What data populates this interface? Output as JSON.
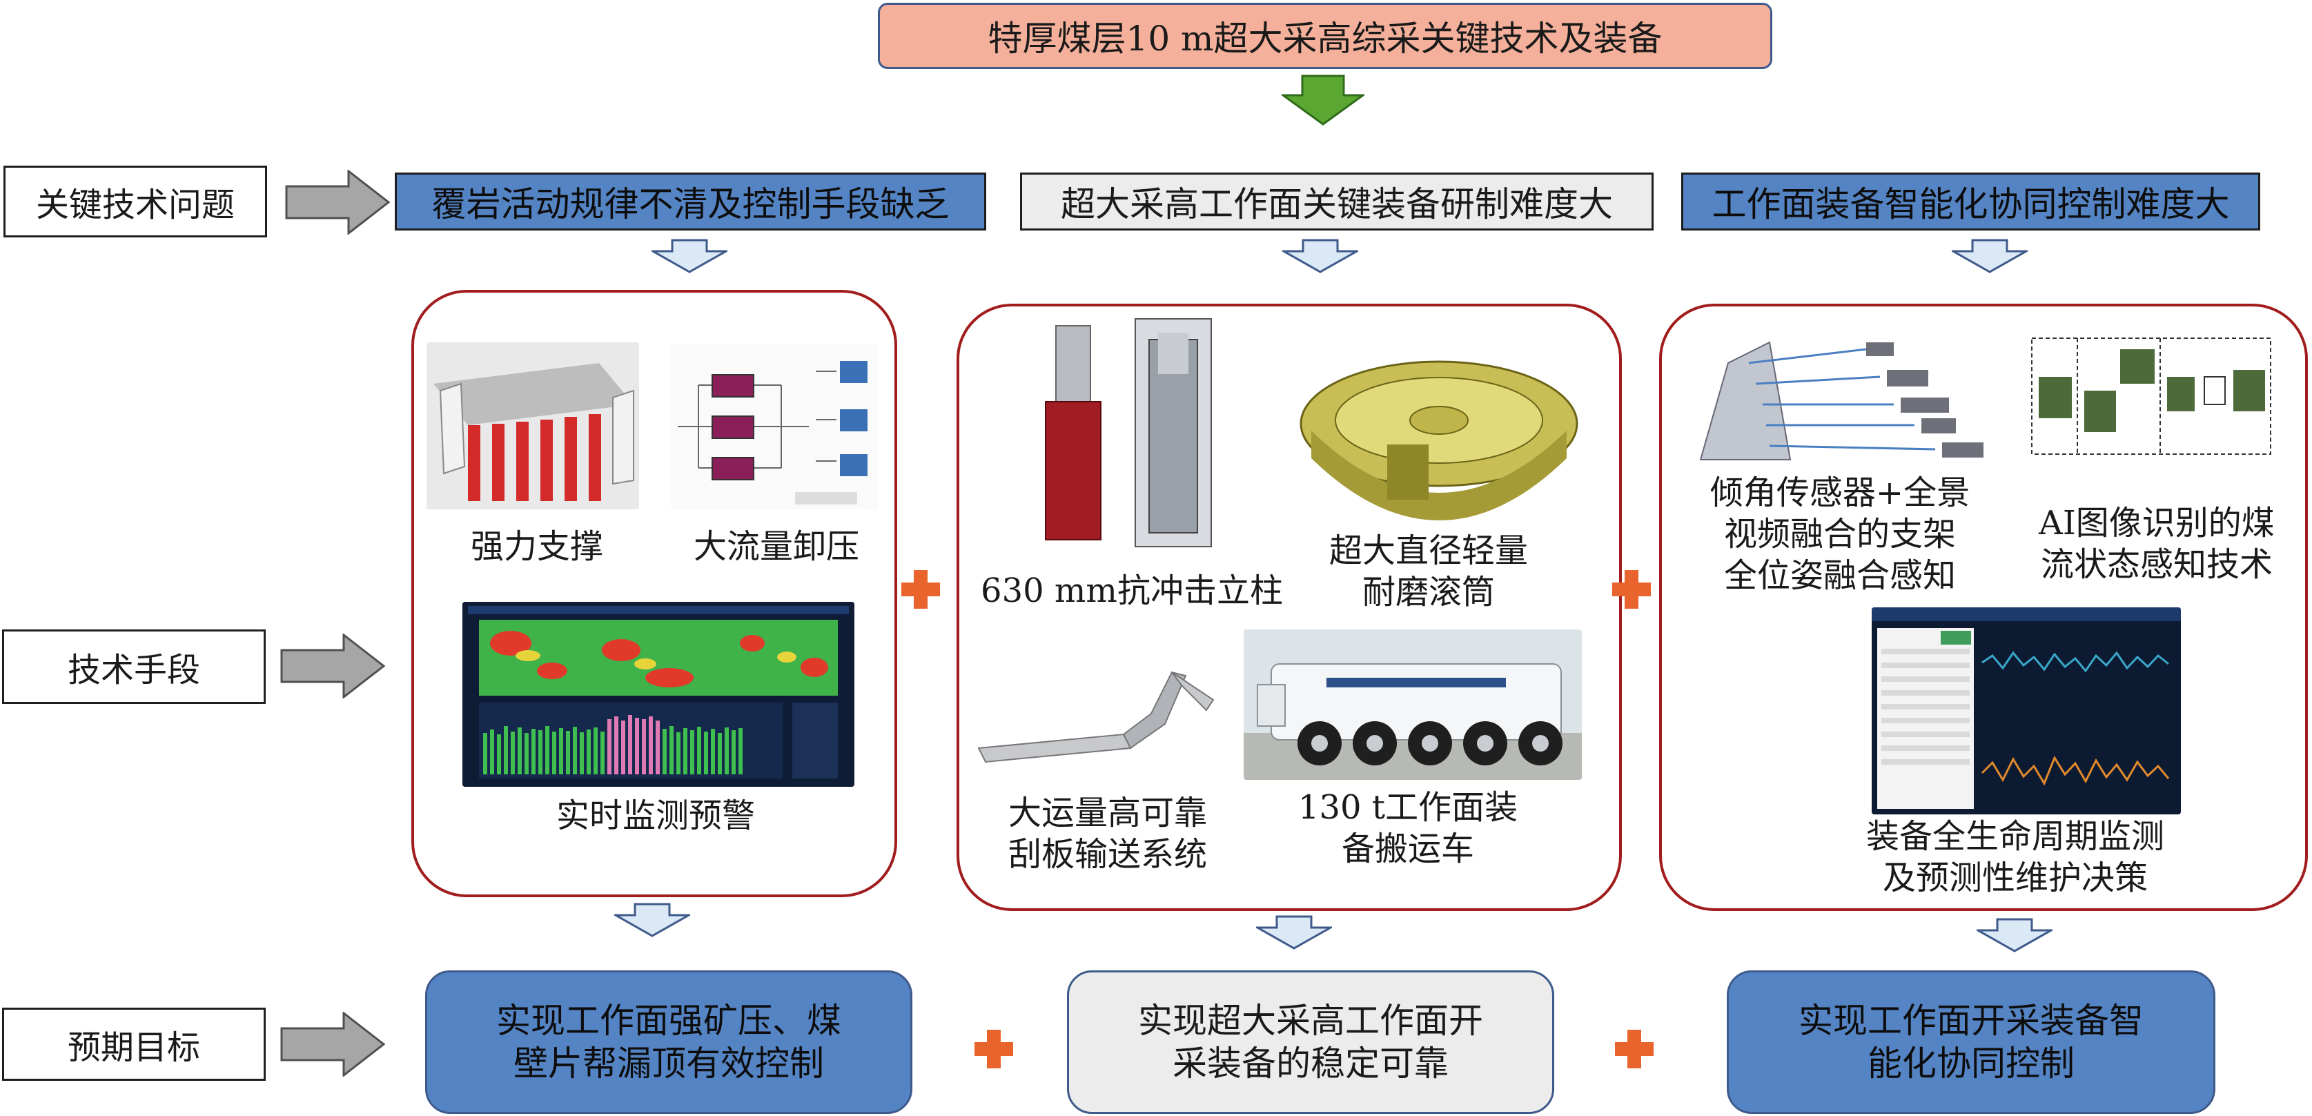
{
  "title": "特厚煤层10 m超大采高综采关键技术及装备",
  "row_labels": {
    "problems": "关键技术问题",
    "methods": "技术手段",
    "goals": "预期目标"
  },
  "problems": [
    "覆岩活动规律不清及控制手段缺乏",
    "超大采高工作面关键装备研制难度大",
    "工作面装备智能化协同控制难度大"
  ],
  "left_panel": {
    "cap_support": "强力支撑",
    "cap_unload": "大流量卸压",
    "cap_monitor": "实时监测预警"
  },
  "middle_panel": {
    "cap_column": "630 mm抗冲击立柱",
    "cap_drum": [
      "超大直径轻量",
      "耐磨滚筒"
    ],
    "cap_conveyor": [
      "大运量高可靠",
      "刮板输送系统"
    ],
    "cap_vehicle": [
      "130 t工作面装",
      "备搬运车"
    ]
  },
  "right_panel": {
    "cap_sensor": [
      "倾角传感器+全景",
      "视频融合的支架",
      "全位姿融合感知"
    ],
    "cap_ai": [
      "AI图像识别的煤",
      "流状态感知技术"
    ],
    "cap_lifecycle": [
      "装备全生命周期监测",
      "及预测性维护决策"
    ]
  },
  "goals": [
    [
      "实现工作面强矿压、煤",
      "壁片帮漏顶有效控制"
    ],
    [
      "实现超大采高工作面开",
      "采装备的稳定可靠"
    ],
    [
      "实现工作面开采装备智",
      "能化协同控制"
    ]
  ],
  "plus_symbol": "+",
  "colors": {
    "title_fill": "#f4b09a",
    "blue_fill": "#5584c4",
    "grey_fill": "#ececec",
    "panel_border": "#a11c1c",
    "plus": "#e8642c",
    "green_arrow": "#5aa832",
    "light_arrow": "#dbe8f6"
  }
}
